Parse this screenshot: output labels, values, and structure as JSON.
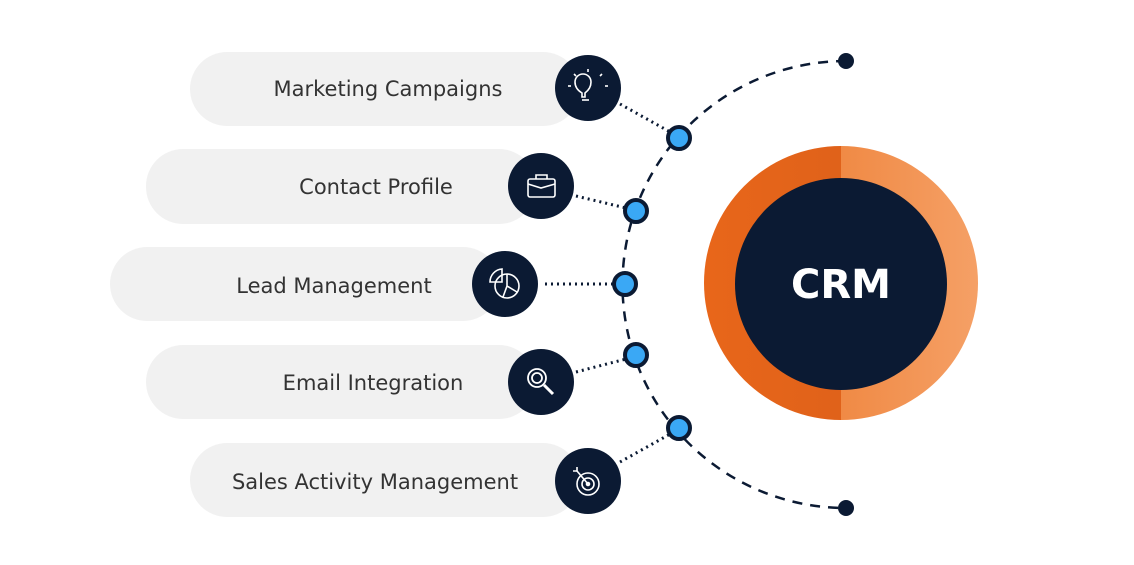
{
  "center": {
    "label": "CRM"
  },
  "features": [
    {
      "label": "Marketing Campaigns",
      "icon": "lightbulb-icon"
    },
    {
      "label": "Contact Profile",
      "icon": "briefcase-icon"
    },
    {
      "label": "Lead Management",
      "icon": "pie-chart-icon"
    },
    {
      "label": "Email Integration",
      "icon": "magnifier-icon"
    },
    {
      "label": "Sales Activity Management",
      "icon": "target-icon"
    }
  ],
  "colors": {
    "navy": "#0b1a33",
    "orange_dark": "#e8661a",
    "orange_light": "#f39a5a",
    "blue": "#3aa8f5",
    "pill": "#f1f1f1"
  }
}
